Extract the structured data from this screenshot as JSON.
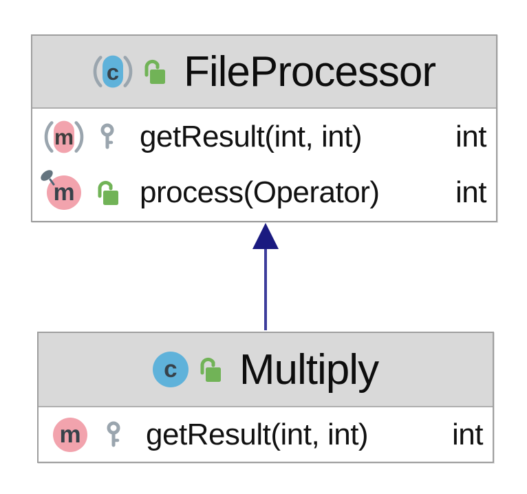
{
  "diagram_type": "uml-class-diagram",
  "classes": [
    {
      "name": "FileProcessor",
      "kind": "abstract-class",
      "icon_letter": "c",
      "members": [
        {
          "icon_letter": "m",
          "modifier": "abstract",
          "visibility": "protected",
          "signature": "getResult(int, int)",
          "return_type": "int"
        },
        {
          "icon_letter": "m",
          "modifier": "final",
          "visibility": "public",
          "signature": "process(Operator)",
          "return_type": "int"
        }
      ]
    },
    {
      "name": "Multiply",
      "kind": "class",
      "icon_letter": "c",
      "members": [
        {
          "icon_letter": "m",
          "modifier": "",
          "visibility": "protected",
          "signature": "getResult(int, int)",
          "return_type": "int"
        }
      ]
    }
  ],
  "relation": {
    "type": "inheritance",
    "from": "Multiply",
    "to": "FileProcessor"
  },
  "colors": {
    "class_icon_blue": "#5fb2da",
    "lock_green": "#71b357",
    "method_pink": "#f2a3ad",
    "icon_gray": "#9aa5ae",
    "letter_dark": "#37424a",
    "pin_gray": "#64747f",
    "header_bg": "#d9d9d9",
    "box_border": "#9e9e9e",
    "arrow_navy": "#1a1a80"
  }
}
